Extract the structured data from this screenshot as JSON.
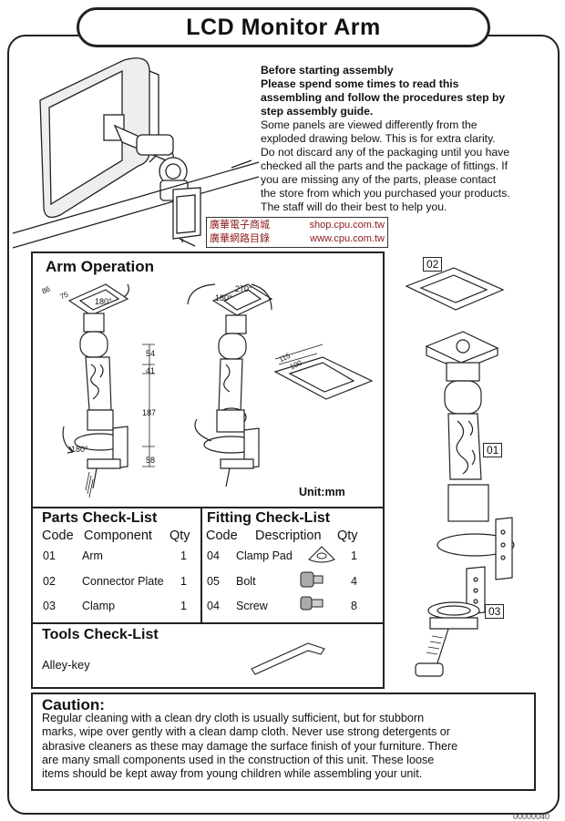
{
  "title": "LCD Monitor Arm",
  "intro": {
    "bold_lines": [
      "Before starting assembly",
      "Please spend some times to read this",
      "assembling and follow the procedures step by",
      "step assembly guide."
    ],
    "lines": [
      "Some panels are viewed differently from the",
      "exploded drawing below. This is for extra clarity.",
      "Do not discard any of the packaging until you have",
      "checked all the parts and the package of fittings. If",
      "you are missing any of the parts, please contact",
      "the store from which you purchased your products.",
      "The staff will do their best to help you."
    ]
  },
  "stamp": {
    "line1_cn": "廣華電子商城",
    "line1_url": "shop.cpu.com.tw",
    "line2_cn": "廣華網路目錄",
    "line2_url": "www.cpu.com.tw"
  },
  "arm_operation": {
    "title": "Arm Operation",
    "unit": "Unit:mm",
    "dims": {
      "d86": "86",
      "d75": "75",
      "a180_top": "180°",
      "a270": "270°",
      "a180_mid": "180°",
      "a180_bottom": "180°",
      "d54": "54",
      "d41": "41",
      "d187": "187",
      "d58": "58",
      "d115": "115",
      "d100": "100"
    }
  },
  "labels": {
    "p01": "01",
    "p02": "02",
    "p03": "03"
  },
  "parts": {
    "title": "Parts Check-List",
    "headers": {
      "code": "Code",
      "component": "Component",
      "qty": "Qty"
    },
    "rows": [
      {
        "code": "01",
        "component": "Arm",
        "qty": "1"
      },
      {
        "code": "02",
        "component": "Connector Plate",
        "qty": "1"
      },
      {
        "code": "03",
        "component": "Clamp",
        "qty": "1"
      }
    ]
  },
  "fitting": {
    "title": "Fitting Check-List",
    "headers": {
      "code": "Code",
      "description": "Description",
      "qty": "Qty"
    },
    "rows": [
      {
        "code": "04",
        "description": "Clamp Pad",
        "qty": "1"
      },
      {
        "code": "05",
        "description": "Bolt",
        "qty": "4"
      },
      {
        "code": "04",
        "description": "Screw",
        "qty": "8"
      }
    ]
  },
  "tools": {
    "title": "Tools Check-List",
    "item": "Alley-key"
  },
  "caution": {
    "title": "Caution:",
    "lines": [
      "Regular cleaning with a clean dry cloth is usually sufficient, but for stubborn",
      "marks, wipe over gently with a clean damp cloth. Never use strong detergents or",
      "abrasive cleaners as these may damage the surface finish of your furniture. There",
      "are many small components used in the construction of this unit. These loose",
      "items should be kept away from young children while assembling your unit."
    ]
  },
  "footer": "00000040"
}
